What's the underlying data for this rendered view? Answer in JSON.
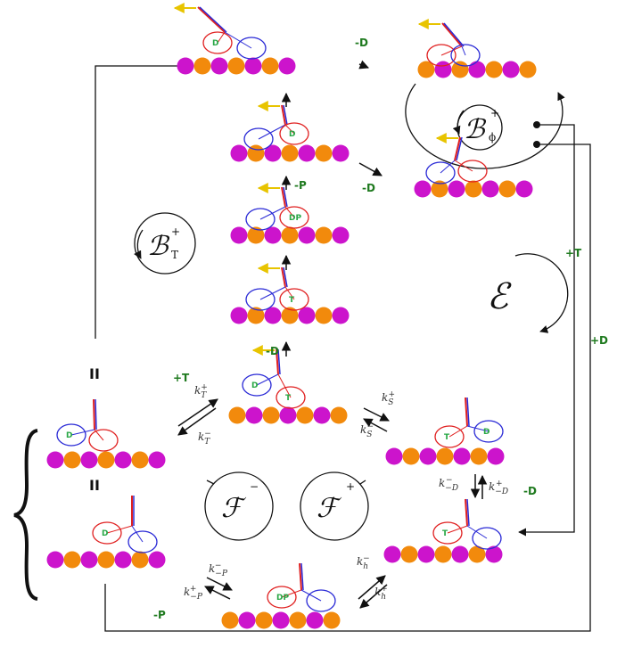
{
  "colors": {
    "magenta": "#cc14cc",
    "orange": "#f28a0c",
    "head_red": "#e02020",
    "head_blue": "#2a2ad6",
    "label_green": "#1f7a1f",
    "arrow_yellow": "#e8c400"
  },
  "states": [
    {
      "id": "s1",
      "nucleotide": "D"
    },
    {
      "id": "s2",
      "nucleotide": ""
    },
    {
      "id": "s3",
      "nucleotide": "D"
    },
    {
      "id": "s4",
      "nucleotide": "DP"
    },
    {
      "id": "s5",
      "nucleotide": "T"
    },
    {
      "id": "s6",
      "nucleotide": "D"
    },
    {
      "id": "s6b",
      "nucleotide": "T"
    },
    {
      "id": "s7",
      "nucleotide": "D"
    },
    {
      "id": "s8",
      "nucleotide": "D"
    },
    {
      "id": "s9",
      "nucleotide": "T"
    },
    {
      "id": "s9b",
      "nucleotide": "D"
    },
    {
      "id": "s10",
      "nucleotide": "T"
    },
    {
      "id": "s11",
      "nucleotide": "DP"
    }
  ],
  "labels": {
    "minus_d_top": "-D",
    "minus_d_mid": "-D",
    "minus_p_top": "-P",
    "minus_d_stack": "-D",
    "plus_t_left": "+T",
    "plus_t_right": "+T",
    "plus_d_right": "+D",
    "minus_d_right": "-D",
    "minus_p_bottom": "-P",
    "equals_top": "II",
    "equals_bottom": "II"
  },
  "rates": {
    "kT_plus": {
      "base": "k",
      "sub": "T",
      "sup": "+"
    },
    "kT_minus": {
      "base": "k",
      "sub": "T",
      "sup": "−"
    },
    "kS_plus": {
      "base": "k",
      "sub": "S",
      "sup": "+"
    },
    "kS_minus": {
      "base": "k",
      "sub": "S",
      "sup": "−"
    },
    "kmD_minus": {
      "base": "k",
      "sub": "−D",
      "sup": "−"
    },
    "kmD_plus": {
      "base": "k",
      "sub": "−D",
      "sup": "+"
    },
    "kh_minus": {
      "base": "k",
      "sub": "h",
      "sup": "−"
    },
    "kh_plus": {
      "base": "k",
      "sub": "h",
      "sup": "+"
    },
    "kmP_minus": {
      "base": "k",
      "sub": "−P",
      "sup": "−"
    },
    "kmP_plus": {
      "base": "k",
      "sub": "−P",
      "sup": "+"
    }
  },
  "cycles": {
    "bphi": {
      "letter": "ℬ",
      "sup": "+",
      "sub": "ϕ"
    },
    "bT": {
      "letter": "ℬ",
      "sup": "+",
      "sub": "T"
    },
    "fminus": {
      "letter": "ℱ",
      "sup": "−"
    },
    "fplus": {
      "letter": "ℱ",
      "sup": "+"
    },
    "epsilon": {
      "letter": "ℰ"
    }
  }
}
